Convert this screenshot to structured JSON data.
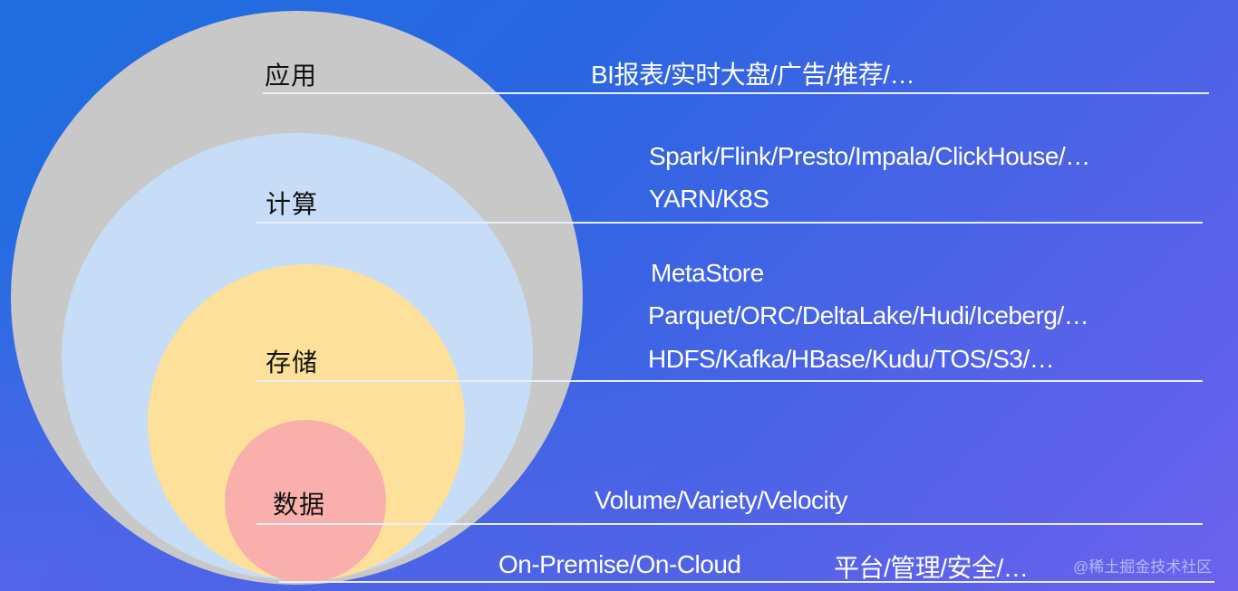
{
  "diagram": {
    "layers": [
      {
        "id": "application",
        "label": "应用",
        "color": "#c8c8c8",
        "description_lines": [
          "BI报表/实时大盘/广告/推荐/…"
        ]
      },
      {
        "id": "compute",
        "label": "计算",
        "color": "#c6dcf7",
        "description_lines": [
          "Spark/Flink/Presto/Impala/ClickHouse/…",
          "YARN/K8S"
        ]
      },
      {
        "id": "storage",
        "label": "存储",
        "color": "#fde19a",
        "description_lines": [
          "MetaStore",
          "Parquet/ORC/DeltaLake/Hudi/Iceberg/…",
          "HDFS/Kafka/HBase/Kudu/TOS/S3/…"
        ]
      },
      {
        "id": "data",
        "label": "数据",
        "color": "#f9b0ac",
        "description_lines": [
          "Volume/Variety/Velocity"
        ]
      }
    ],
    "footer": {
      "deployment": "On-Premise/On-Cloud",
      "cross_cutting": "平台/管理/安全/…"
    },
    "watermark": "@稀土掘金技术社区"
  },
  "colors": {
    "background_start": "#1f6fe0",
    "background_end": "#6c62ee",
    "divider_line": "#e8eefc",
    "text_light": "#ffffff",
    "text_dark": "#111111"
  }
}
